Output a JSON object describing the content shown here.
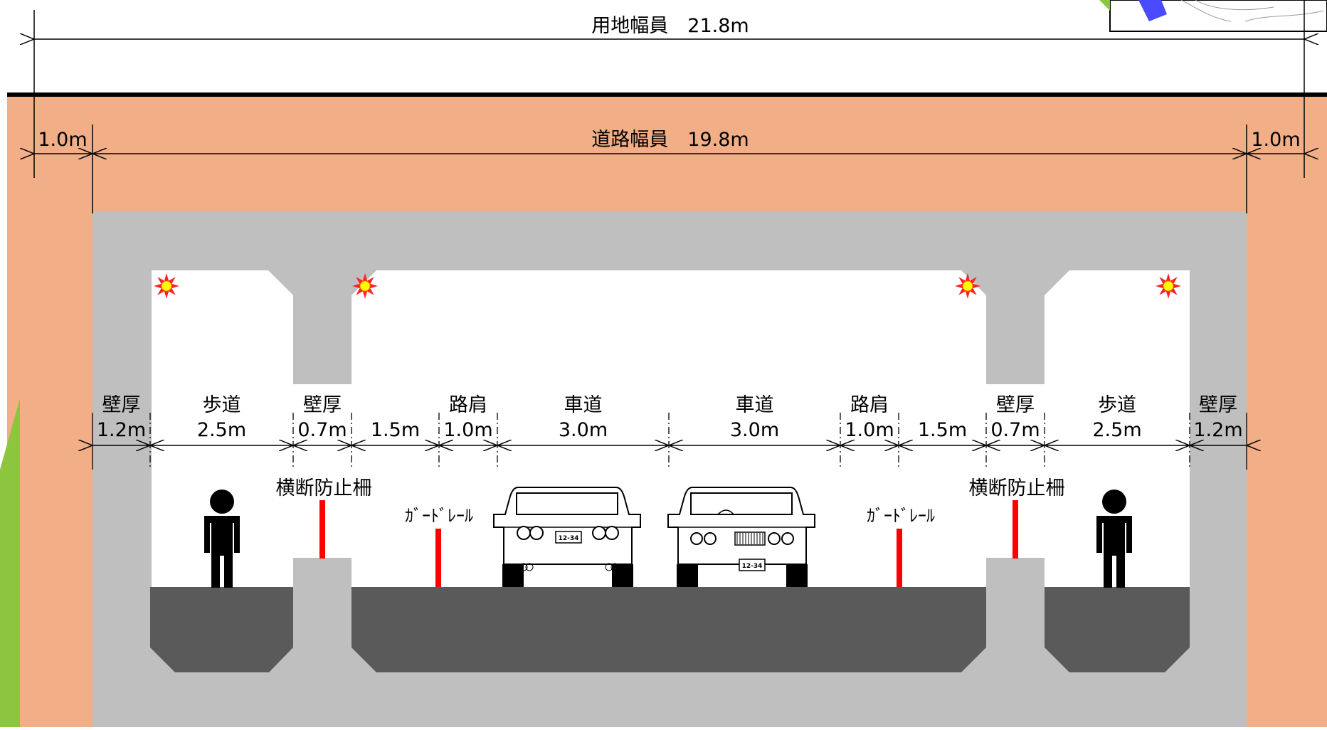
{
  "colors": {
    "soil": "#f2ae86",
    "concrete": "#bfbfbf",
    "pavement": "#5a5a5a",
    "interior": "#ffffff",
    "rail": "#ff0000",
    "ground_line": "#000000",
    "plan_blue": "#4a4aff",
    "plan_green": "#8cc63f"
  },
  "dimensions": {
    "site_width": "用地幅員　21.8m",
    "road_width": "道路幅員　19.8m",
    "left_margin": "1.0m",
    "right_margin": "1.0m"
  },
  "sections": [
    {
      "name": "壁厚",
      "width": "1.2m"
    },
    {
      "name": "歩道",
      "width": "2.5m"
    },
    {
      "name": "壁厚",
      "width": "0.7m"
    },
    {
      "name": "",
      "width": "1.5m"
    },
    {
      "name": "路肩",
      "width": "1.0m"
    },
    {
      "name": "車道",
      "width": "3.0m"
    },
    {
      "name": "車道",
      "width": "3.0m"
    },
    {
      "name": "路肩",
      "width": "1.0m"
    },
    {
      "name": "",
      "width": "1.5m"
    },
    {
      "name": "壁厚",
      "width": "0.7m"
    },
    {
      "name": "歩道",
      "width": "2.5m"
    },
    {
      "name": "壁厚",
      "width": "1.2m"
    }
  ],
  "labels": {
    "crossing_fence_left": "横断防止柵",
    "crossing_fence_right": "横断防止柵",
    "guardrail_left": "ｶﾞｰﾄﾞﾚｰﾙ",
    "guardrail_right": "ｶﾞｰﾄﾞﾚｰﾙ"
  },
  "vehicles": {
    "rear_plate": "12-34",
    "front_plate": "12-34"
  },
  "icons": [
    "person-icon",
    "person-icon",
    "car-rear-icon",
    "car-front-icon",
    "light-icon",
    "light-icon",
    "light-icon",
    "light-icon",
    "map-thumbnail-icon"
  ]
}
